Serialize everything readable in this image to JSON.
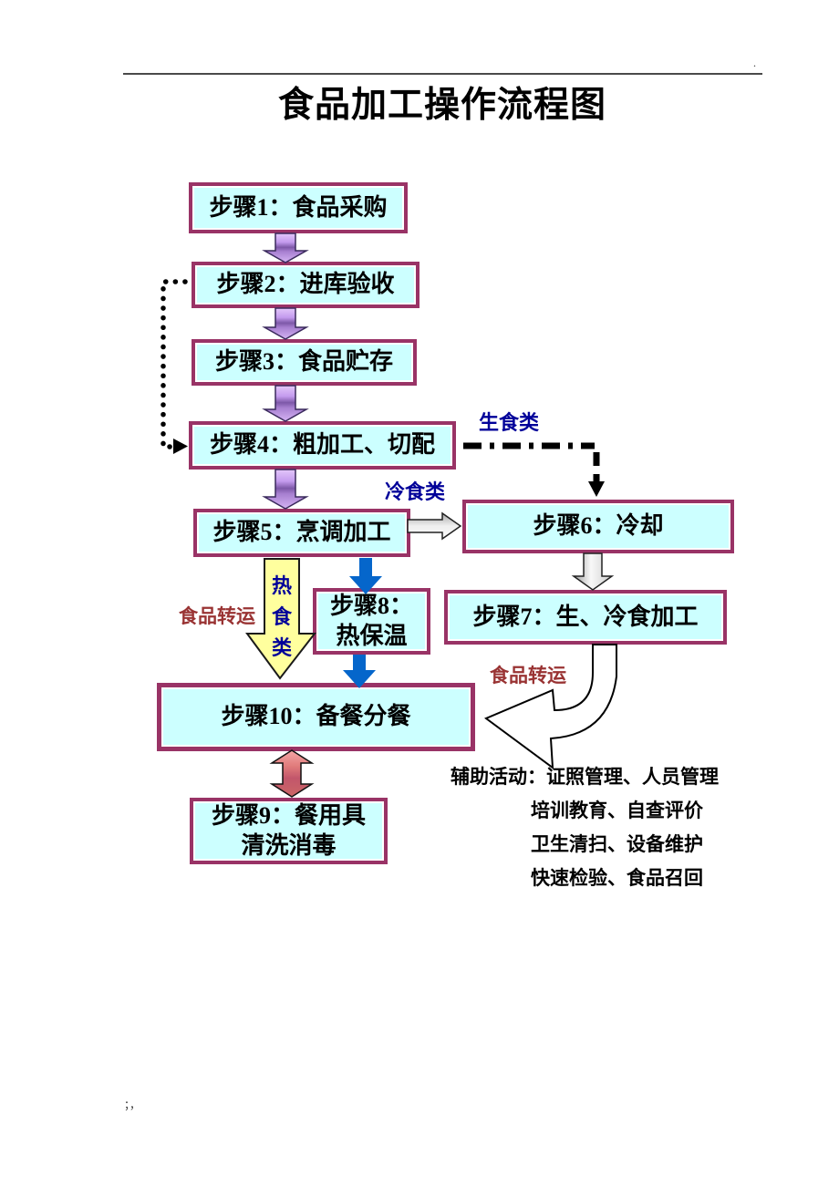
{
  "page": {
    "title": "食品加工操作流程图",
    "top_right_mark": ".",
    "bottom_left_mark": "；，"
  },
  "steps": [
    {
      "id": "step-1",
      "label": "步骤1：食品采购"
    },
    {
      "id": "step-2",
      "label": "步骤2：进库验收"
    },
    {
      "id": "step-3",
      "label": "步骤3：食品贮存"
    },
    {
      "id": "step-4",
      "label": "步骤4：粗加工、切配"
    },
    {
      "id": "step-5",
      "label": "步骤5：烹调加工"
    },
    {
      "id": "step-6",
      "label": "步骤6：冷却"
    },
    {
      "id": "step-7",
      "label": "步骤7：生、冷食加工"
    },
    {
      "id": "step-8",
      "label": "步骤8：\n热保温"
    },
    {
      "id": "step-10",
      "label": "步骤10：备餐分餐"
    },
    {
      "id": "step-9",
      "label": "步骤9：餐用具\n清洗消毒"
    }
  ],
  "branch_labels": {
    "raw_food": "生食类",
    "cold_food": "冷食类",
    "hot_food": "热食类",
    "food_transfer_left": "食品转运",
    "food_transfer_right": "食品转运"
  },
  "aux_note": {
    "line1": "辅助活动：证照管理、人员管理",
    "line2": "培训教育、自查评价",
    "line3": "卫生清扫、设备维护",
    "line4": "快速检验、食品召回"
  },
  "colors": {
    "box_fill": "#CCFFFF",
    "box_border": "#993366",
    "arrow_lavender": "#C49BEE",
    "arrow_blue": "#0566CB",
    "arrow_yellow": "#FFFF9E",
    "arrow_red_pink": "#E48282",
    "arrow_gray": "#D9D9D9",
    "branch_label_color": "#000099",
    "transfer_label_color": "#993333"
  }
}
